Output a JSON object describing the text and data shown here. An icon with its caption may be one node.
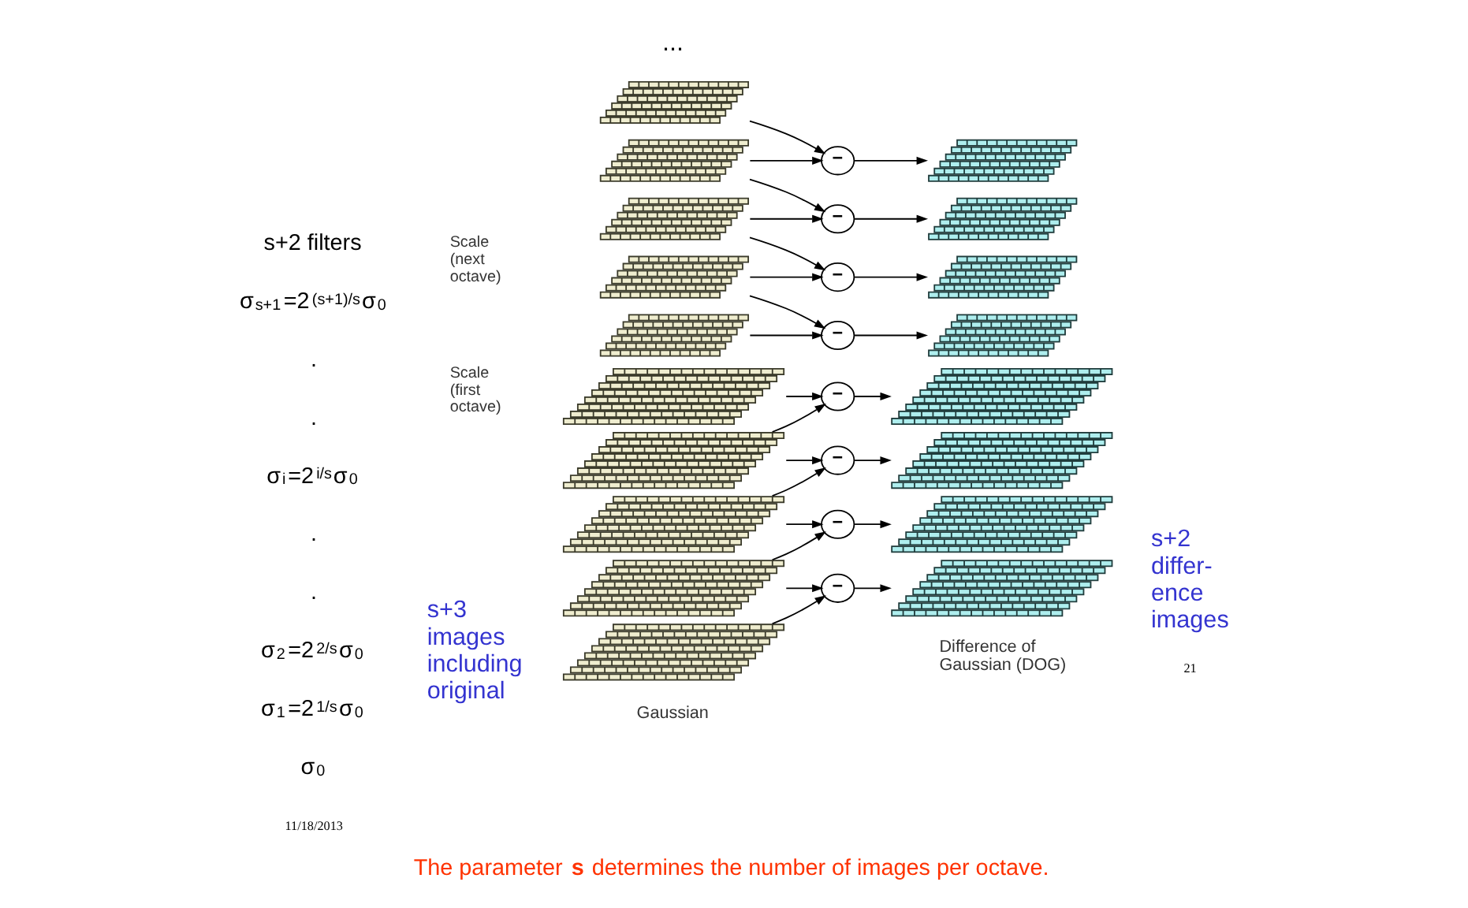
{
  "diagram": {
    "caption": "The parameter **s** determines the number of images per octave.",
    "nodes": [
      {
        "text": [],
        "shape": "grid"
      },
      {
        "text": [],
        "shape": "grid"
      },
      {
        "text": [],
        "shape": "grid"
      },
      {
        "text": [],
        "shape": "grid"
      },
      {
        "text": [],
        "shape": "grid"
      },
      {
        "text": [
          "−"
        ]
      },
      {
        "text": [
          "−"
        ]
      },
      {
        "text": [
          "−"
        ]
      },
      {
        "text": [
          "−"
        ]
      },
      {
        "text": [],
        "shape": "grid"
      },
      {
        "text": [],
        "shape": "grid"
      },
      {
        "text": [],
        "shape": "grid"
      },
      {
        "text": [],
        "shape": "grid"
      },
      {
        "text": [],
        "shape": "grid"
      },
      {
        "text": [],
        "shape": "grid"
      },
      {
        "text": [],
        "shape": "grid"
      },
      {
        "text": [],
        "shape": "grid"
      },
      {
        "text": [],
        "shape": "grid"
      },
      {
        "text": [
          "−"
        ]
      },
      {
        "text": [
          "−"
        ]
      },
      {
        "text": [
          "−"
        ]
      },
      {
        "text": [
          "−"
        ]
      },
      {
        "text": [],
        "shape": "grid"
      },
      {
        "text": [],
        "shape": "grid"
      },
      {
        "text": [],
        "shape": "grid"
      },
      {
        "text": [],
        "shape": "grid"
      }
    ],
    "edges": [
      {
        "from": 0,
        "to": 5,
        "arrow": "to"
      },
      {
        "from": 1,
        "to": 5,
        "arrow": "to"
      },
      {
        "from": 5,
        "to": 9,
        "arrow": "to"
      },
      {
        "from": 1,
        "to": 6,
        "arrow": "to"
      },
      {
        "from": 2,
        "to": 6,
        "arrow": "to"
      },
      {
        "from": 6,
        "to": 10,
        "arrow": "to"
      },
      {
        "from": 2,
        "to": 7,
        "arrow": "to"
      },
      {
        "from": 3,
        "to": 7,
        "arrow": "to"
      },
      {
        "from": 7,
        "to": 11,
        "arrow": "to"
      },
      {
        "from": 3,
        "to": 8,
        "arrow": "to"
      },
      {
        "from": 4,
        "to": 8,
        "arrow": "to"
      },
      {
        "from": 8,
        "to": 12,
        "arrow": "to"
      },
      {
        "from": 13,
        "to": 18,
        "arrow": "to"
      },
      {
        "from": 14,
        "to": 18,
        "arrow": "to"
      },
      {
        "from": 18,
        "to": 22,
        "arrow": "to"
      },
      {
        "from": 14,
        "to": 19,
        "arrow": "to"
      },
      {
        "from": 15,
        "to": 19,
        "arrow": "to"
      },
      {
        "from": 19,
        "to": 23,
        "arrow": "to"
      },
      {
        "from": 15,
        "to": 20,
        "arrow": "to"
      },
      {
        "from": 16,
        "to": 20,
        "arrow": "to"
      },
      {
        "from": 20,
        "to": 24,
        "arrow": "to"
      },
      {
        "from": 16,
        "to": 21,
        "arrow": "to"
      },
      {
        "from": 17,
        "to": 21,
        "arrow": "to"
      },
      {
        "from": 21,
        "to": 25,
        "arrow": "to"
      }
    ],
    "labels": [
      "...",
      "Scale (next octave)",
      "s+2 filters",
      "σ$_{s+1}$=2$^{(s+1)/s}$σ$_{0}$",
      ".",
      "Scale (first octave)",
      ".",
      "σ$_{i}$=2$^{i/s}$σ$_{0}$",
      ".",
      ".",
      "s+3 images including original",
      "s+2 differ- ence images",
      "σ$_{2}$=2$^{2/s}$σ$_{0}$",
      "Difference of Gaussian (DOG)",
      "σ$_{1}$=2$^{1/s}$σ$_{0}$",
      "σ$_{0}$",
      "Gaussian",
      "11/18/2013",
      "21"
    ]
  }
}
